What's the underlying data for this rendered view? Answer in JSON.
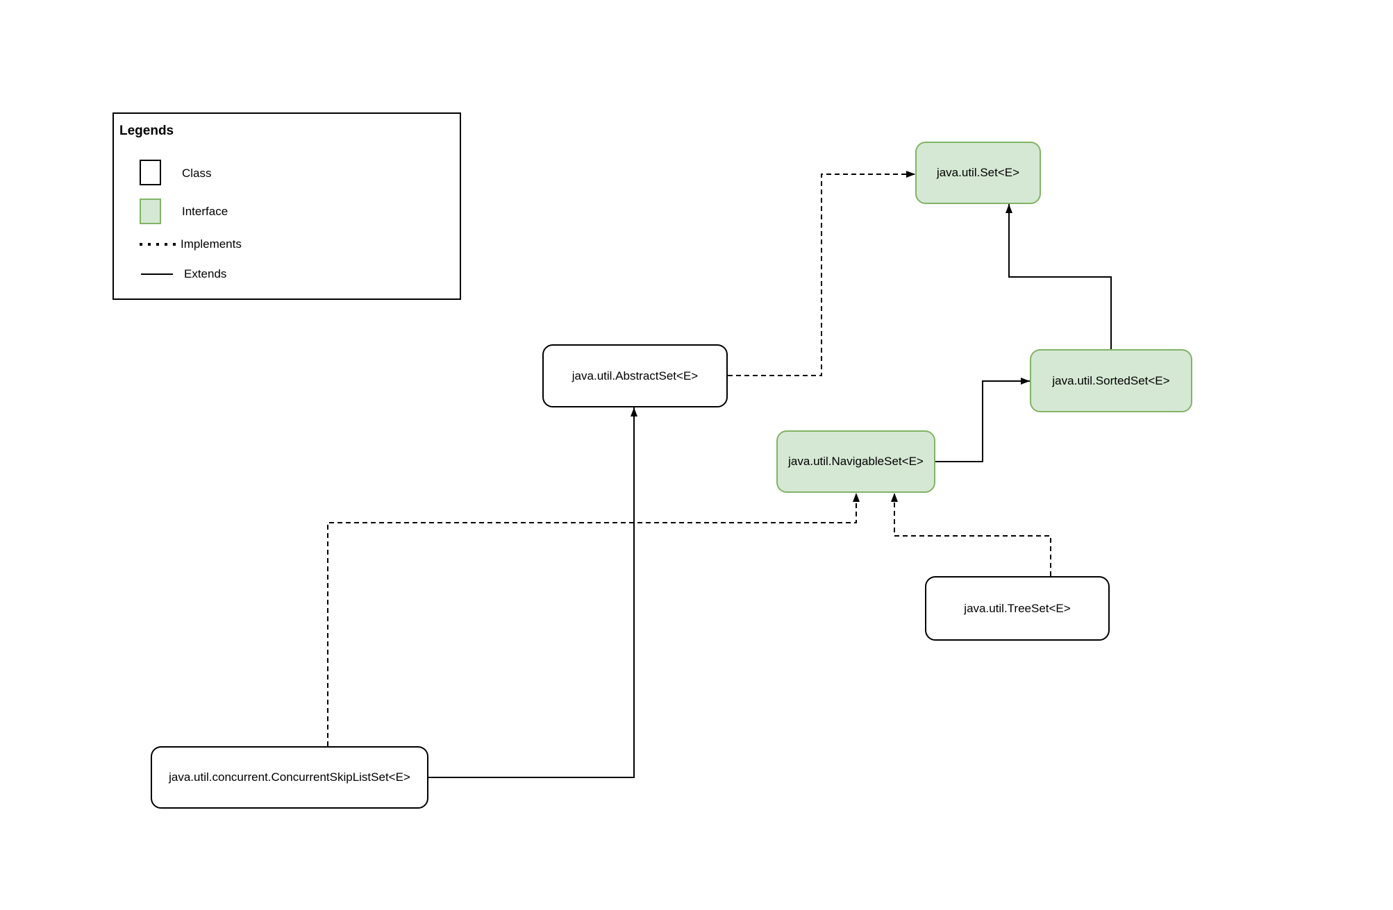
{
  "legend": {
    "title": "Legends",
    "items": [
      {
        "key": "class",
        "label": "Class"
      },
      {
        "key": "interface",
        "label": "Interface"
      },
      {
        "key": "implements",
        "label": "Implements"
      },
      {
        "key": "extends",
        "label": "Extends"
      }
    ]
  },
  "colors": {
    "interface_fill": "#d5e8d4",
    "interface_border": "#82b366",
    "class_fill": "#ffffff",
    "class_border": "#000000",
    "line": "#000000"
  },
  "diagram": {
    "nodes": [
      {
        "id": "set",
        "label": "java.util.Set<E>",
        "type": "interface"
      },
      {
        "id": "abstract-set",
        "label": "java.util.AbstractSet<E>",
        "type": "class"
      },
      {
        "id": "sorted-set",
        "label": "java.util.SortedSet<E>",
        "type": "interface"
      },
      {
        "id": "navigable-set",
        "label": "java.util.NavigableSet<E>",
        "type": "interface"
      },
      {
        "id": "tree-set",
        "label": "java.util.TreeSet<E>",
        "type": "class"
      },
      {
        "id": "concurrent-skip-list-set",
        "label": "java.util.concurrent.ConcurrentSkipListSet<E>",
        "type": "class"
      }
    ],
    "edges": [
      {
        "from": "java.util.AbstractSet<E>",
        "to": "java.util.Set<E>",
        "relation": "implements"
      },
      {
        "from": "java.util.SortedSet<E>",
        "to": "java.util.Set<E>",
        "relation": "extends"
      },
      {
        "from": "java.util.NavigableSet<E>",
        "to": "java.util.SortedSet<E>",
        "relation": "extends"
      },
      {
        "from": "java.util.TreeSet<E>",
        "to": "java.util.NavigableSet<E>",
        "relation": "implements"
      },
      {
        "from": "java.util.concurrent.ConcurrentSkipListSet<E>",
        "to": "java.util.NavigableSet<E>",
        "relation": "implements"
      },
      {
        "from": "java.util.concurrent.ConcurrentSkipListSet<E>",
        "to": "java.util.AbstractSet<E>",
        "relation": "extends"
      }
    ]
  }
}
